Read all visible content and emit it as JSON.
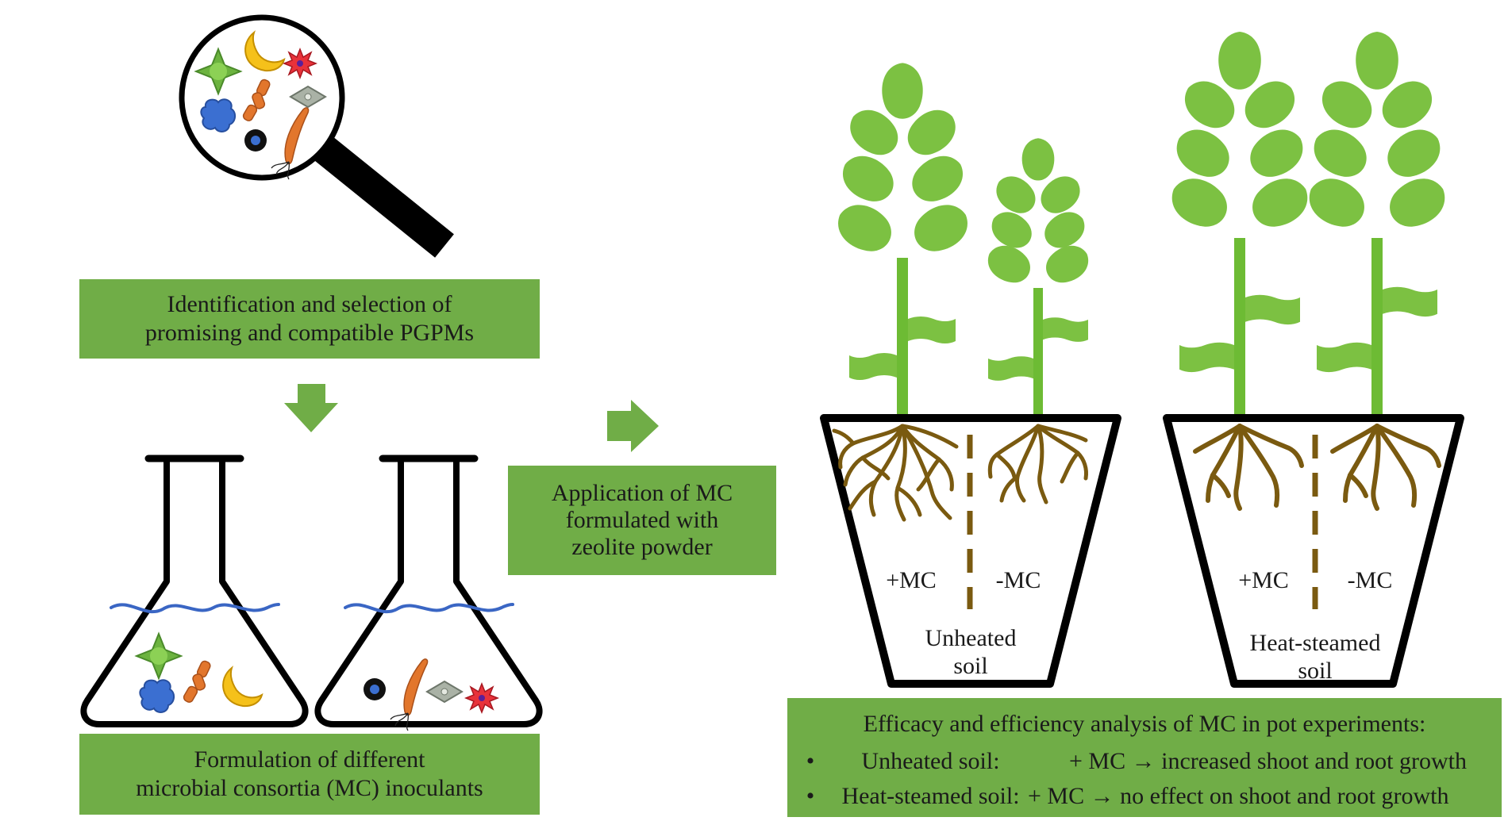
{
  "step1": {
    "line1": "Identification and selection of",
    "line2": "promising and compatible  PGPMs"
  },
  "step2": {
    "line1": "Formulation of different",
    "line2": "microbial consortia (MC) inoculants"
  },
  "step3": {
    "line1": "Application of MC",
    "line2": "formulated with",
    "line3": "zeolite powder"
  },
  "pot_unheated": {
    "left_label": "+MC",
    "right_label": "-MC",
    "soil_line1": "Unheated",
    "soil_line2": "soil"
  },
  "pot_steamed": {
    "left_label": "+MC",
    "right_label": "-MC",
    "soil_line1": "Heat-steamed",
    "soil_line2": "soil"
  },
  "efficacy": {
    "heading": "Efficacy and efficiency analysis of MC in pot experiments:",
    "bullet": "•",
    "row1": {
      "soil": "Unheated soil:",
      "result": "+ MC → increased shoot and root growth"
    },
    "row2": {
      "soil": "Heat-steamed soil:",
      "result": "+ MC → no effect on shoot and root growth"
    }
  },
  "colors": {
    "box_green": "#70ad47",
    "leaf_green": "#7cc142",
    "stem_green": "#6dbb34",
    "root_brown": "#7a5a10",
    "outline": "#000000",
    "water_blue": "#3a66c4"
  },
  "icons": [
    "magnifier-icon",
    "microbe-icons",
    "down-arrow-icon",
    "right-arrow-icon",
    "flask-icon",
    "plant-icon",
    "pot-icon"
  ]
}
